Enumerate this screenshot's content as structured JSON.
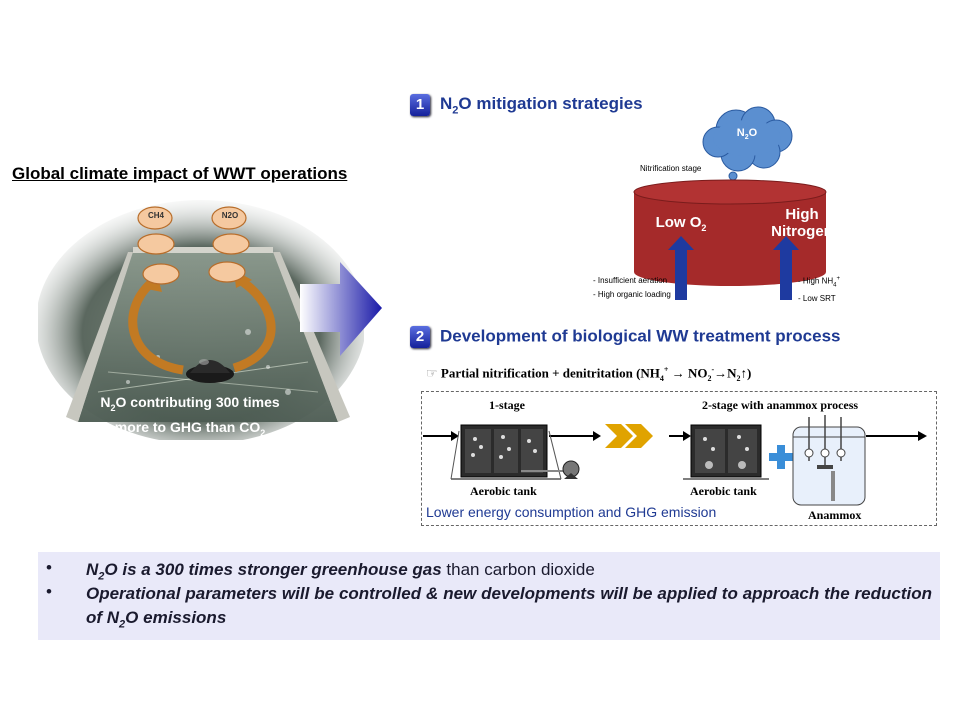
{
  "left": {
    "title": "Global climate impact of WWT operations",
    "cloud_ch4": "CH4",
    "cloud_n2o": "N2O",
    "caption_line1": "N2O contributing 300 times",
    "caption_line2": "more to GHG than CO2"
  },
  "section1": {
    "number": "1",
    "title": "N2O mitigation strategies",
    "cloud_label": "N2O",
    "stage_label": "Nitrification stage",
    "tank_left": "Low O2",
    "tank_right_line1": "High",
    "tank_right_line2": "Nitrogen",
    "left_causes": [
      "- Insufficient aeration",
      "- High organic loading"
    ],
    "right_causes": [
      "- High NH4+",
      "- Low SRT"
    ]
  },
  "section2": {
    "number": "2",
    "title": "Development of biological WW treatment process",
    "reaction": "Partial nitrification + denitritation (NH4+ → NO2- → N2↑)",
    "stage1_label": "1-stage",
    "stage2_label": "2-stage with anammox process",
    "tank1_label": "Aerobic tank",
    "tank2_label": "Aerobic tank",
    "anammox_label": "Anammox",
    "benefit": "Lower energy consumption and GHG emission"
  },
  "bullets": [
    {
      "strong": "N2O is a 300 times stronger greenhouse gas",
      "normal": " than carbon dioxide"
    },
    {
      "strong": "Operational parameters will be controlled & new developments will be applied to approach the reduction of N2O emissions"
    }
  ],
  "colors": {
    "heading_blue": "#1f3a93",
    "tank_red": "#a52a2a",
    "arrow_blue": "#1e3aa0",
    "bullet_bg": "#e9e9f9"
  }
}
